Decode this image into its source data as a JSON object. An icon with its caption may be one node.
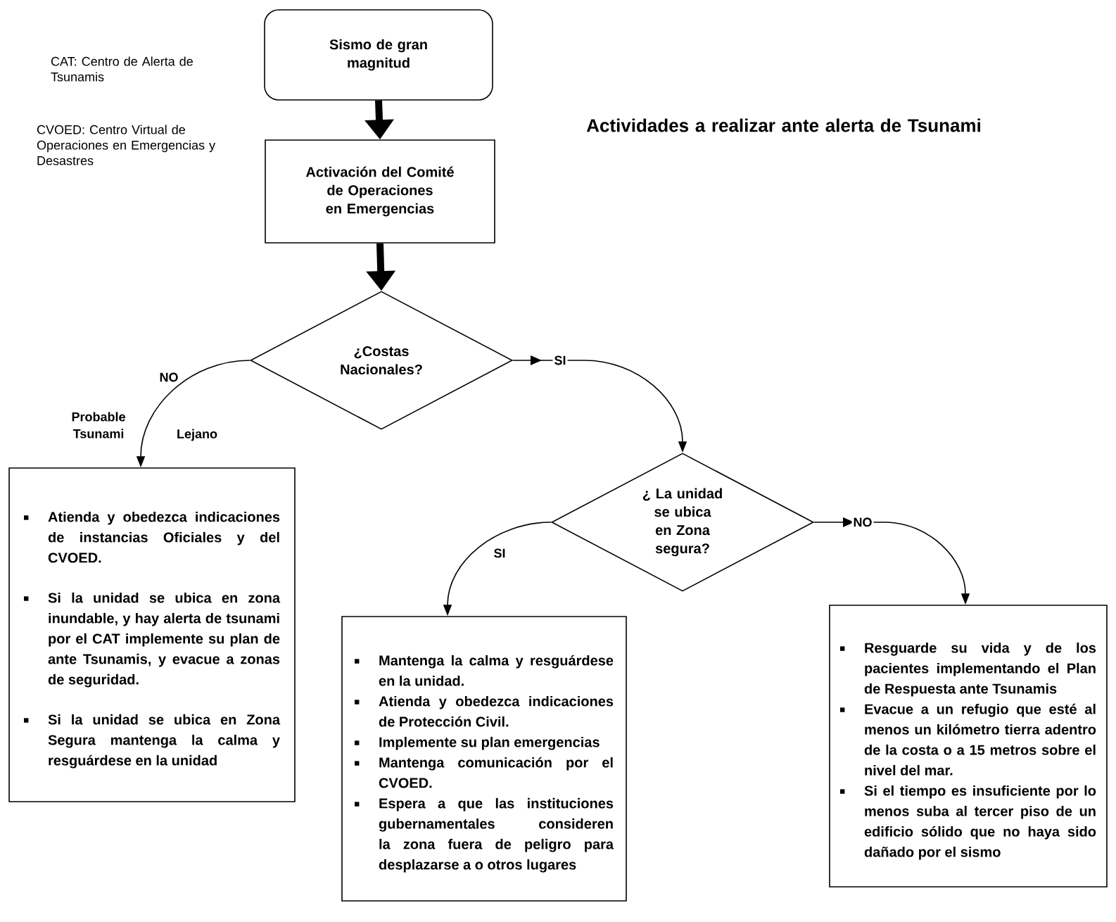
{
  "diagram": {
    "title": "Actividades a realizar ante alerta  de Tsunami",
    "nodes": [
      {
        "text": [
          "Sismo de gran magnitud"
        ]
      },
      {
        "text": [
          "Activación del Comité de Operaciones en Emergencias"
        ]
      },
      {
        "text": [
          "¿Costas Nacionales?"
        ]
      },
      {
        "text": [
          "Atienda y obedezca indicaciones de instancias Oficiales y del CVOED.",
          "Si la unidad se ubica en zona inundable, y hay alerta de tsunami por el CAT implemente su plan de ante Tsunamis, y evacue a zonas de seguridad.",
          "Si la unidad se ubica en Zona Segura mantenga la calma y resguárdese en la unidad"
        ]
      },
      {
        "text": [
          "¿ La unidad se ubica en Zona segura?"
        ]
      },
      {
        "text": [
          "Mantenga la calma y resguárdese en la unidad.",
          "Atienda y obedezca indicaciones de Protección Civil.",
          "Implemente su plan emergencias",
          "Mantenga comunicación por el CVOED.",
          "Espera a que las instituciones gubernamentales consideren la zona fuera de peligro para desplazarse a o otros lugares"
        ]
      },
      {
        "text": [
          "Resguarde su vida y de los pacientes implementando el Plan de Respuesta ante Tsunamis",
          "Evacue a un refugio que esté al menos un kilómetro tierra adentro de la costa o a 15 metros sobre el nivel del mar.",
          "Si el tiempo es insuficiente por lo menos suba al tercer piso de un edificio sólido que no haya sido dañado por el sismo"
        ]
      }
    ],
    "edges": [
      {
        "from": 0,
        "to": 1,
        "arrow": "to",
        "style": "thick"
      },
      {
        "from": 1,
        "to": 2,
        "arrow": "to",
        "style": "thick"
      },
      {
        "from": 2,
        "to": 3,
        "arrow": "to",
        "label": "NO"
      },
      {
        "from": 2,
        "to": 4,
        "arrow": "to",
        "label": "SI"
      },
      {
        "from": 4,
        "to": 5,
        "arrow": "to",
        "label": "SI"
      },
      {
        "from": 4,
        "to": 6,
        "arrow": "to",
        "label": "NO"
      }
    ],
    "labels": [
      "CAT:  Centro de Alerta de Tsunamis",
      "CVOED: Centro Virtual de Operaciones en Emergencias y Desastres",
      "Probable Tsunami",
      "Lejano"
    ]
  }
}
